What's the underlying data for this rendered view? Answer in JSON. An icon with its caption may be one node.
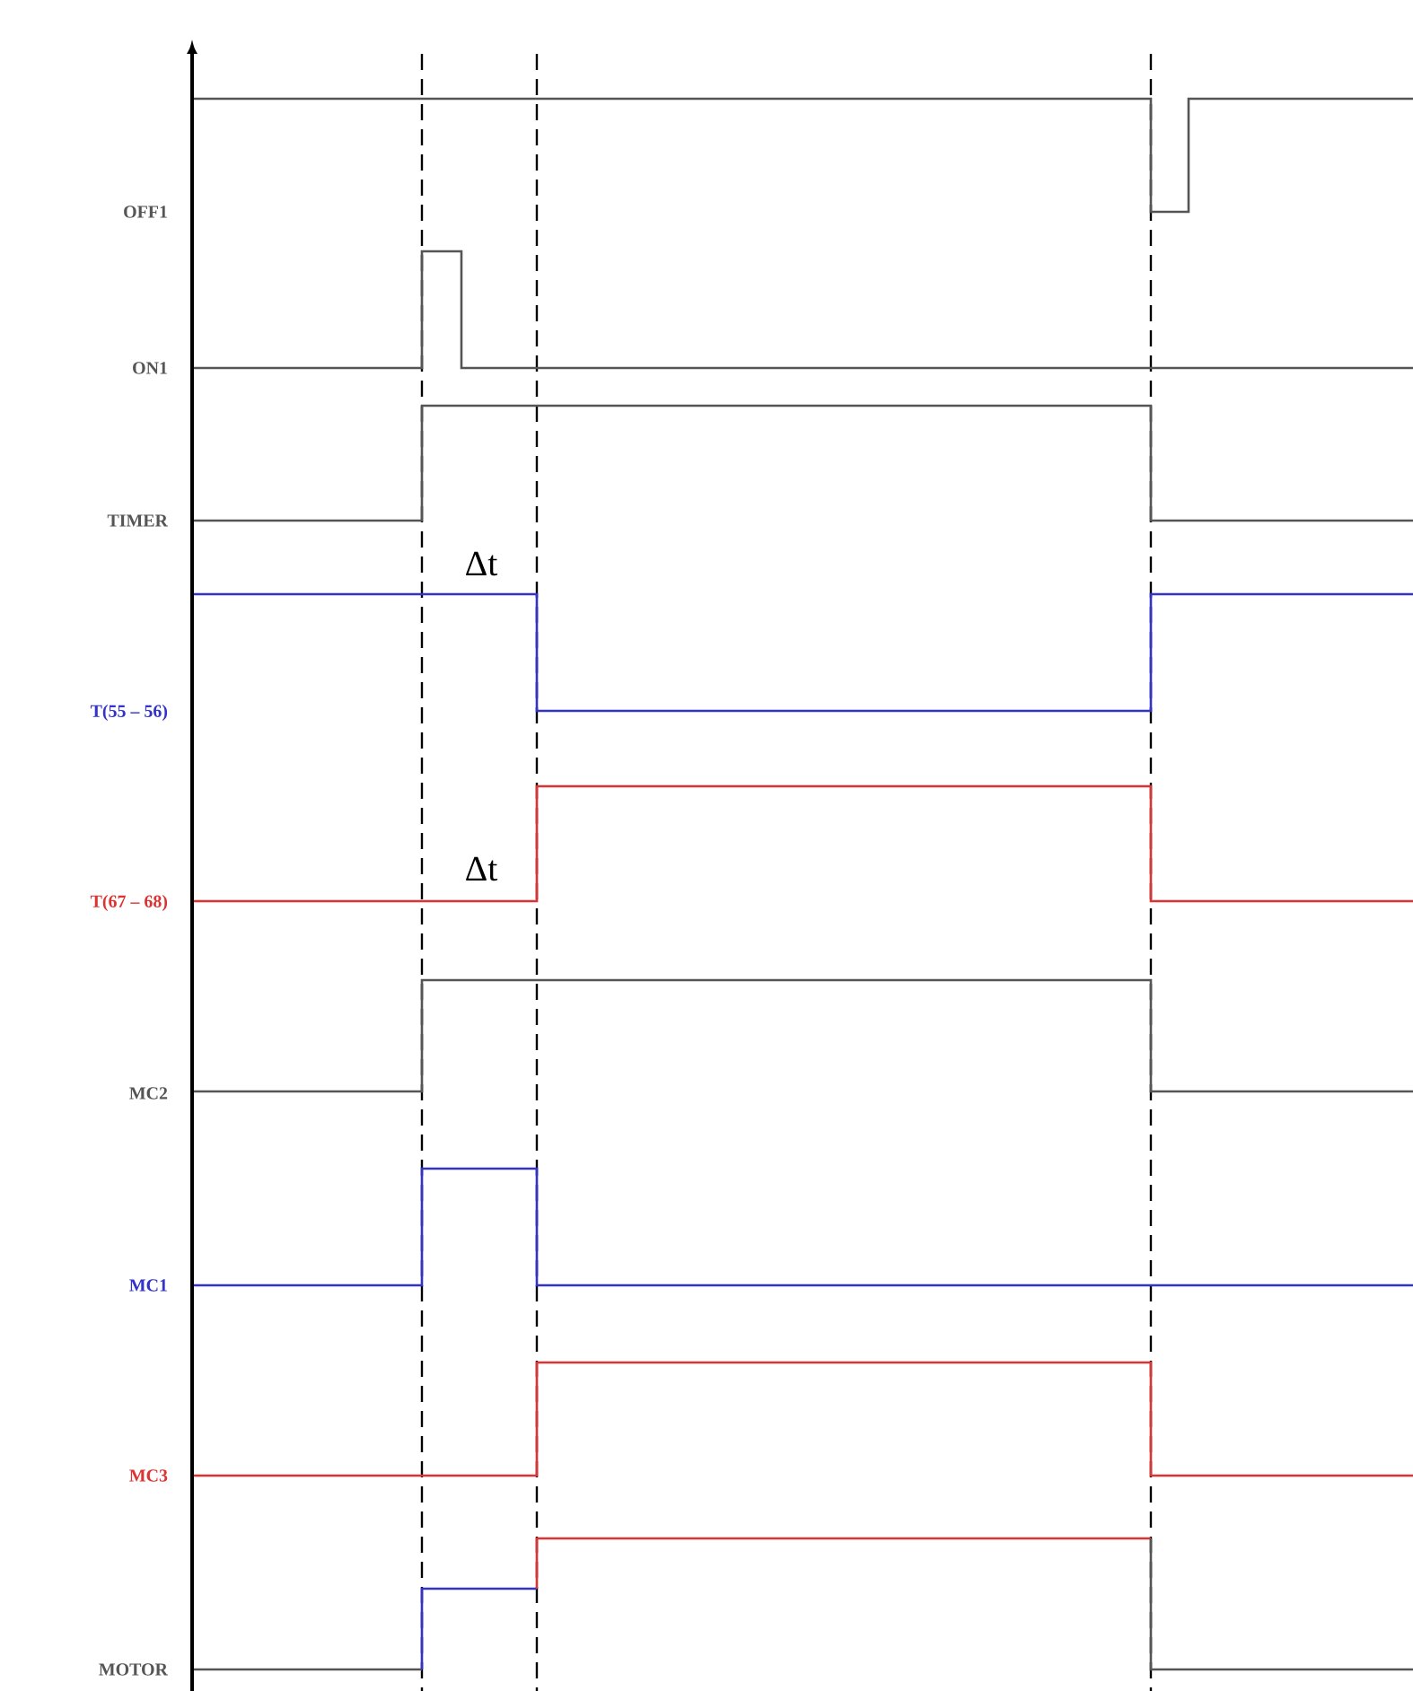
{
  "diagram": {
    "labels": [
      "OFF1",
      "ON1",
      "TIMER",
      "Δt",
      "T(55 – 56)",
      "Δt",
      "T(67 – 68)",
      "MC2",
      "MC1",
      "MC3",
      "MOTOR"
    ]
  }
}
